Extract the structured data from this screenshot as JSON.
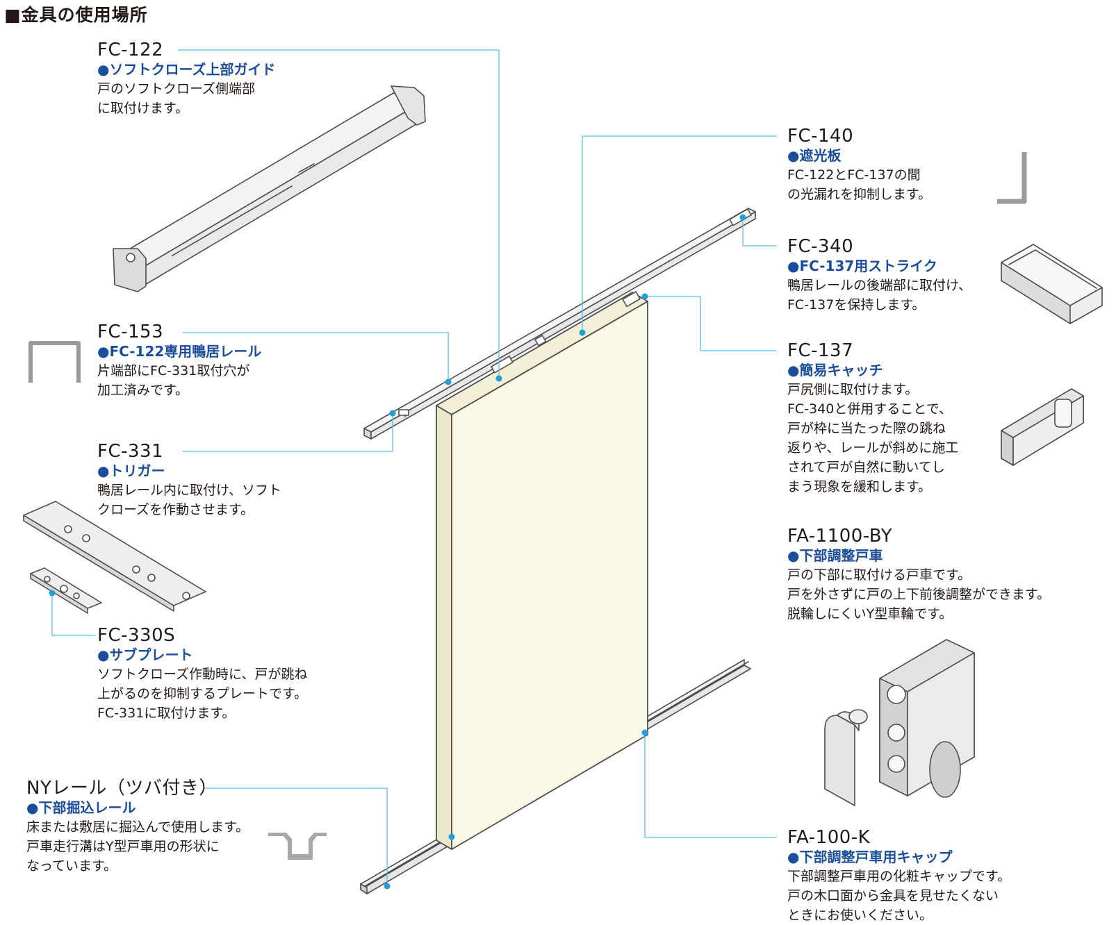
{
  "title": "■金具の使用場所",
  "colors": {
    "leader": "#55c4ea",
    "name": "#1a4d9c",
    "door": "#fbf8e6",
    "rail": "#f2f2f2",
    "edge": "#4d4d4d"
  },
  "parts": {
    "fc122": {
      "code": "FC-122",
      "name": "●ソフトクローズ上部ガイド",
      "desc": [
        "戸のソフトクローズ側端部",
        "に取付けます。"
      ]
    },
    "fc140": {
      "code": "FC-140",
      "name": "●遮光板",
      "desc": [
        "FC-122とFC-137の間",
        "の光漏れを抑制します。"
      ]
    },
    "fc340": {
      "code": "FC-340",
      "name": "●FC-137用ストライク",
      "desc": [
        "鴨居レールの後端部に取付け、",
        "FC-137を保持します。"
      ]
    },
    "fc153": {
      "code": "FC-153",
      "name": "●FC-122専用鴨居レール",
      "desc": [
        "片端部にFC-331取付穴が",
        "加工済みです。"
      ]
    },
    "fc137": {
      "code": "FC-137",
      "name": "●簡易キャッチ",
      "desc": [
        "戸尻側に取付けます。",
        "FC-340と併用することで、",
        "戸が枠に当たった際の跳ね",
        "返りや、レールが斜めに施工",
        "されて戸が自然に動いてし",
        "まう現象を緩和します。"
      ]
    },
    "fc331": {
      "code": "FC-331",
      "name": "●トリガー",
      "desc": [
        "鴨居レール内に取付け、ソフト",
        "クローズを作動させます。"
      ]
    },
    "fa1100": {
      "code": "FA-1100-BY",
      "name": "●下部調整戸車",
      "desc": [
        "戸の下部に取付ける戸車です。",
        "戸を外さずに戸の上下前後調整ができます。",
        "脱輪しにくいY型車輪です。"
      ]
    },
    "fc330s": {
      "code": "FC-330S",
      "name": "●サブプレート",
      "desc": [
        "ソフトクローズ作動時に、戸が跳ね",
        "上がるのを抑制するプレートです。",
        "FC-331に取付けます。"
      ]
    },
    "nyrail": {
      "code": "NYレール（ツバ付き）",
      "name": "●下部掘込レール",
      "desc": [
        "床または敷居に掘込んで使用します。",
        "戸車走行溝はY型戸車用の形状に",
        "なっています。"
      ]
    },
    "fa100k": {
      "code": "FA-100-K",
      "name": "●下部調整戸車用キャップ",
      "desc": [
        "下部調整戸車用の化粧キャップです。",
        "戸の木口面から金具を見せたくない",
        "ときにお使いください。"
      ]
    }
  }
}
